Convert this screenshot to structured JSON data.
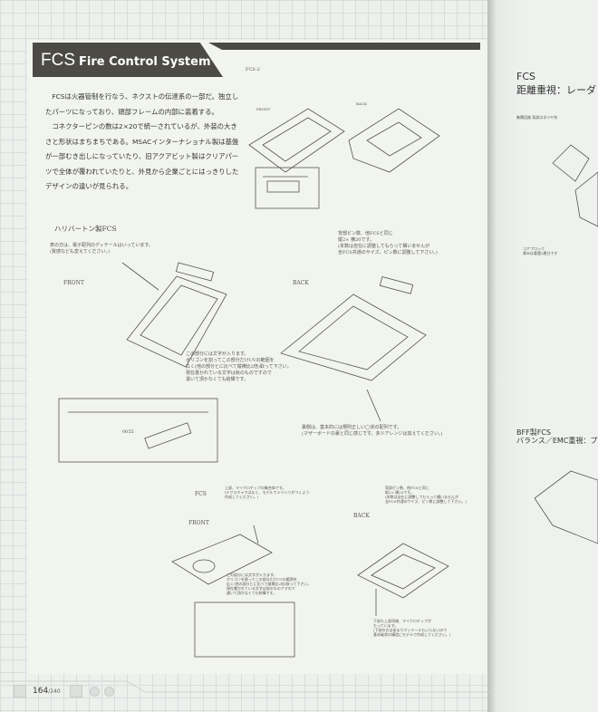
{
  "header": {
    "title_abbr": "FCS",
    "title_full": "Fire Control System"
  },
  "body": {
    "paragraphs": [
      "FCSは火器管制を行なう、ネクストの伝達系の一部だ。独立したパーツになっており、頭部フレームの内部に装着する。",
      "コネクターピンの数は2×20で統一されているが、外装の大きさと形状はまちまちである。MSACインターナショナル製は基盤が一部むき出しになっていたり、旧アクアビット製はクリアパーツで全体が覆われていたりと、外見から企業ごとにはっきりしたデザインの違いが見られる。"
    ]
  },
  "top_sketch": {
    "label": "FCS-2",
    "front": "FRONT",
    "back": "BACK"
  },
  "halliburton": {
    "title": "ハリバートン製FCS",
    "note_front": "表の方は、電子配列のディテールはいっています。\n(質感なども変えてください。)",
    "front": "FRONT",
    "back": "BACK",
    "note_back": "背部ピン数、他FCSと同じ\n縦2× 横20です。\n(本数は自在に調整してもらって構いませんが\n全FCS共通のサイズ、ピン数に調整して下さい。)",
    "note_text": "この部分には文字が入ります。\nボリゴンを割ってこの部分だけUVの範囲を\n広く(他の部分とに比べて縦横比2倍)取って下さい。\n現在書かれている文字は仮のものですので\n違いて頂かなくても結構です。",
    "note_bottom": "裏側は、基本的には規則正しい◯状の配列です。\n(マザーボードの裏と同じ感じです。多少アレンジは加えてください。)",
    "plate_text": "0055"
  },
  "fcs2": {
    "label": "FCS",
    "front": "FRONT",
    "back": "BACK",
    "note_top": "上部、マイクロチップの集合体です。\n(テクスチャではなく、モデルでメリハリがつくよう\n作成してください。)",
    "note_back": "背部ピン数、他FCSと同じ\n縦2× 横20です。\n(本数は自在に調整してもらって構いませんが\n全FCS共通のサイズ、ピン数に調整して下さい。)",
    "note_text": "この部分には文字が入ります。\nボリゴンを割ってこの部分だけUVの範囲を\n広く(他の部分とに比べて縦横比2倍)取って下さい。\n現在書かれている文字は仮のものですので\n違いて頂かなくても結構です。",
    "note_bottom": "下部も上部同様、マイクロチップが\nたっています。\n(下部の方はあまりディテールもいらないので\n基本破状の構造にモデルで作成してください。)"
  },
  "right_page": {
    "heading1": "FCS",
    "heading2": "距離重視：レーダ",
    "caption": "集積回路 背部は半ツヤ系",
    "core_note": "コアブロック\n厚みは基盤3層分です",
    "bff1": "BFF製FCS",
    "bff2": "バランス／EMC重視：プレー"
  },
  "footer": {
    "page": "164",
    "total": "/240"
  }
}
